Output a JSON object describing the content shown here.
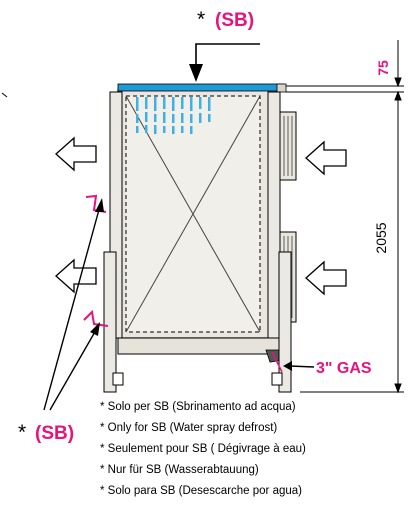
{
  "callouts": {
    "top": {
      "star": "*",
      "code": "(SB)"
    },
    "bottom_left": {
      "star": "*",
      "code": "(SB)"
    },
    "gas": "3\" GAS"
  },
  "dimensions": {
    "top_clearance": "75",
    "height": "2055"
  },
  "notes": [
    "* Solo per SB (Sbrinamento ad acqua)",
    "* Only for SB (Water spray defrost)",
    "* Seulement pour SB ( Dégivrage à eau)",
    "* Nur für SB (Wasserabtauung)",
    "* Solo para SB (Desescarche por agua)"
  ],
  "colors": {
    "accent": "#e8127c",
    "spray_header": "#1e9ad6",
    "spray_drops": "#3fb0e6",
    "body_fill": "#e9e6df",
    "coil_fill": "#f1efe9"
  }
}
